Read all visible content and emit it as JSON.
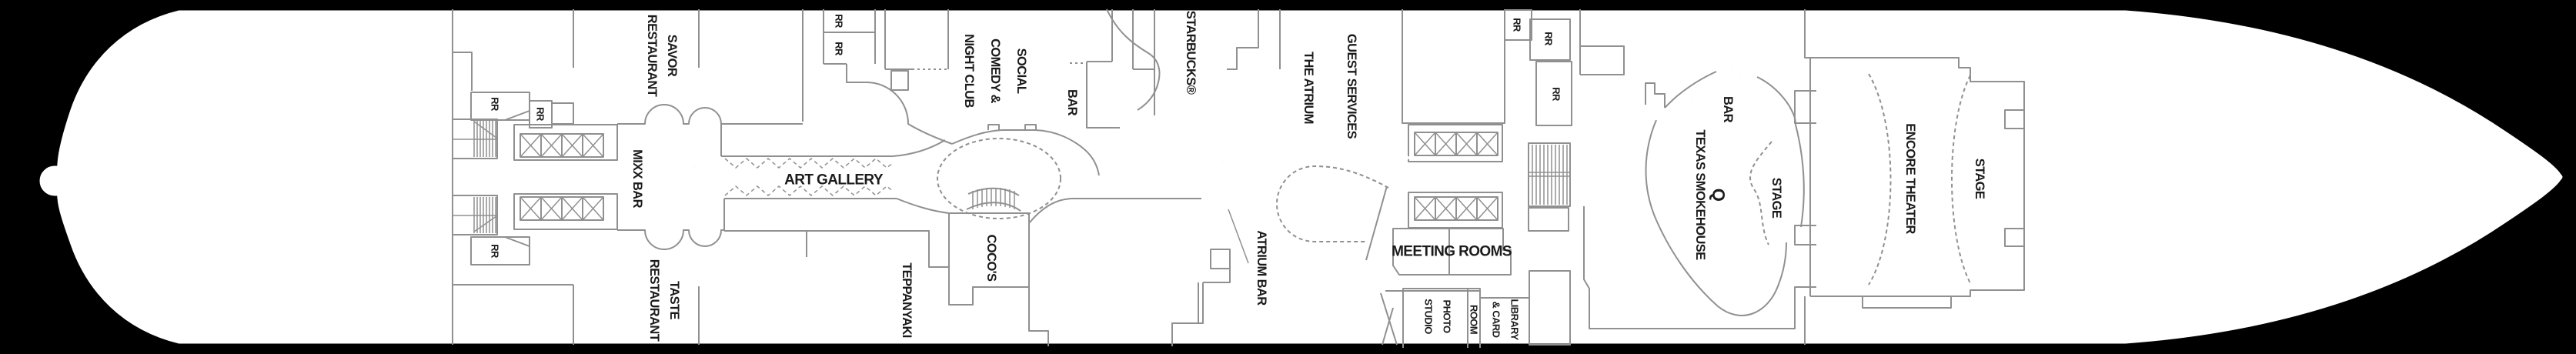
{
  "page": {
    "background": "#000000",
    "hull_fill": "#ffffff",
    "hull_outline": "#000000",
    "wall_color": "#909090",
    "label_color": "#1b1b1b"
  },
  "restroom_label": "RR",
  "venues": {
    "savor_restaurant": {
      "line1": "SAVOR",
      "line2": "RESTAURANT"
    },
    "taste_restaurant": {
      "line1": "TASTE",
      "line2": "RESTAURANT"
    },
    "mixx_bar": {
      "label": "MIXX BAR"
    },
    "art_gallery": {
      "label": "ART GALLERY"
    },
    "social_comedy_night_club": {
      "line1": "SOCIAL",
      "line2": "COMEDY &",
      "line3": "NIGHT CLUB"
    },
    "night_club_bar": {
      "label": "BAR"
    },
    "cocos": {
      "label": "COCO'S"
    },
    "teppanyaki": {
      "label": "TEPPANYAKI"
    },
    "starbucks": {
      "label": "STARBUCKS®"
    },
    "the_atrium": {
      "label": "THE ATRIUM"
    },
    "guest_services": {
      "label": "GUEST SERVICES"
    },
    "atrium_bar": {
      "label": "ATRIUM BAR"
    },
    "meeting_rooms": {
      "label": "MEETING ROOMS"
    },
    "photo_studio": {
      "line1": "PHOTO",
      "line2": "STUDIO"
    },
    "library_card_room": {
      "line1": "LIBRARY",
      "line2": "& CARD",
      "line3": "ROOM"
    },
    "smokehouse_bar": {
      "label": "BAR"
    },
    "q_texas_smokehouse": {
      "line1": "Q",
      "line2": "TEXAS SMOKEHOUSE"
    },
    "smokehouse_stage": {
      "label": "STAGE"
    },
    "encore_theater": {
      "label": "ENCORE THEATER"
    },
    "theater_stage": {
      "label": "STAGE"
    }
  }
}
